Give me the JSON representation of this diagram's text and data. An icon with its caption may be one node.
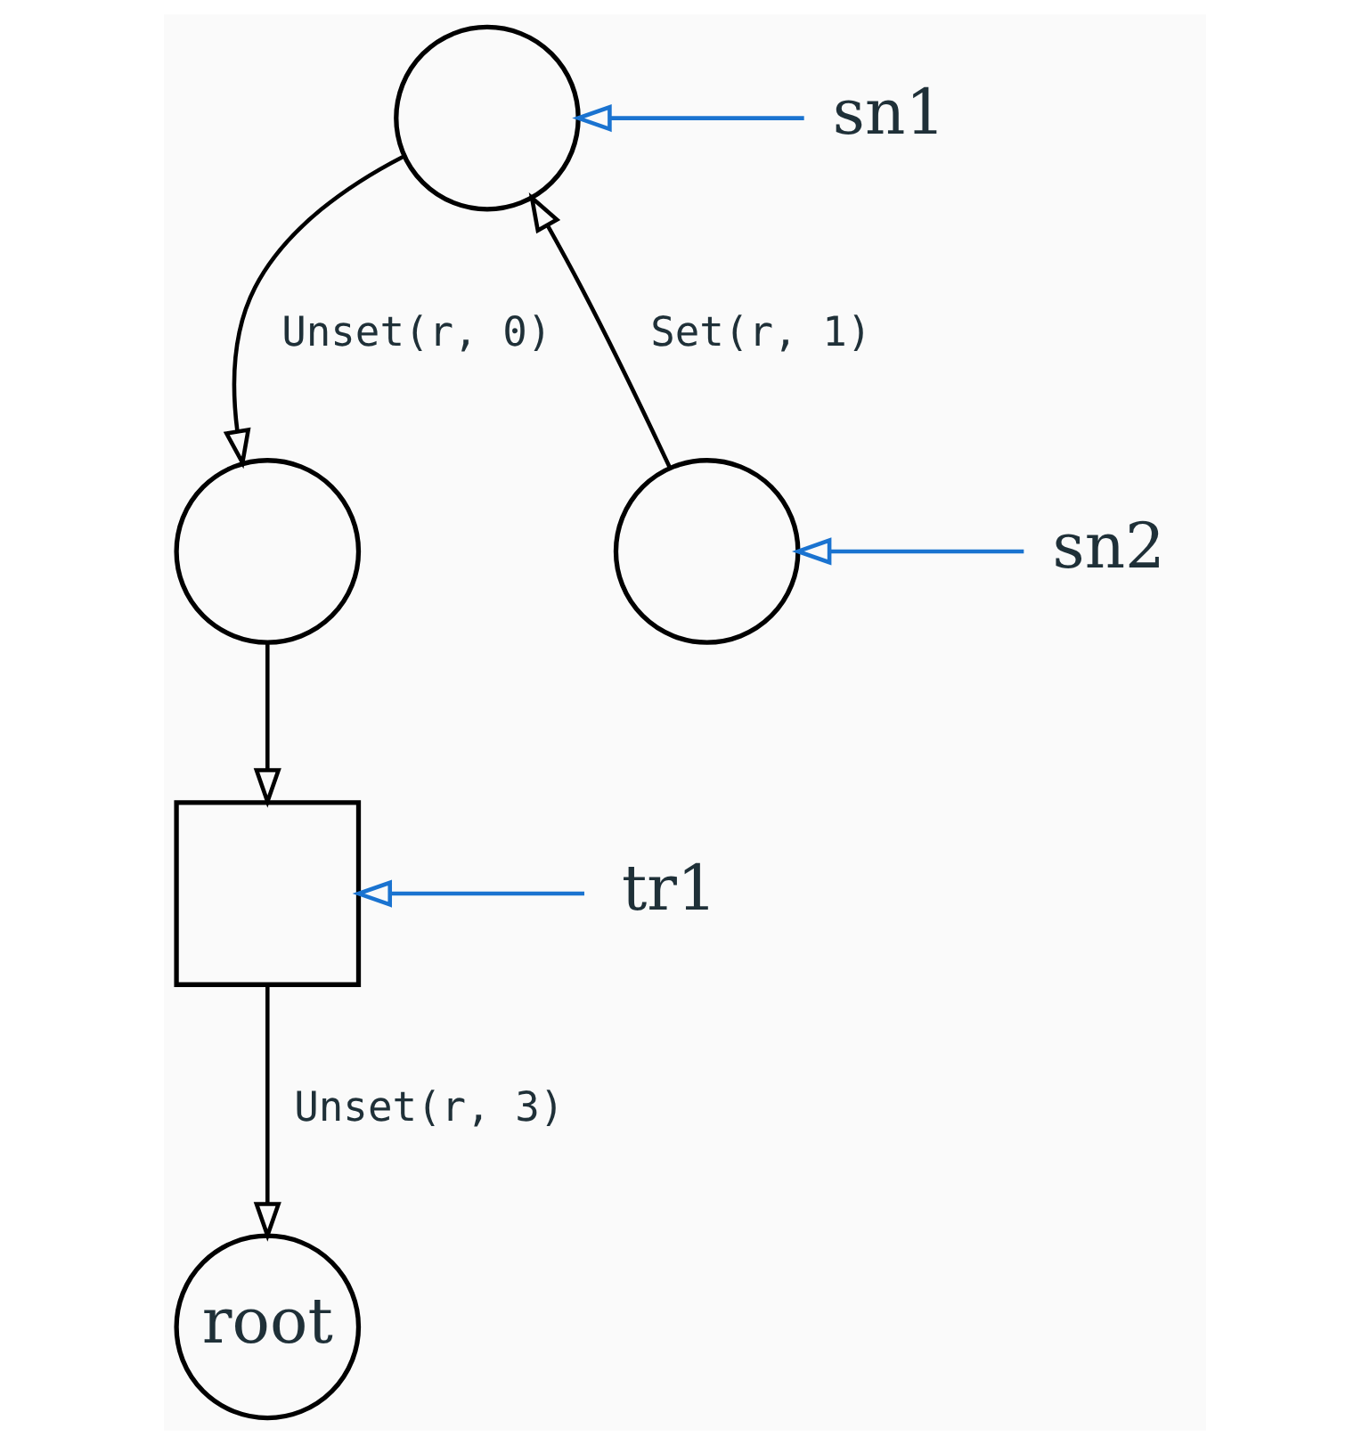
{
  "diagram": {
    "nodes": [
      {
        "text": [],
        "shape": "circle"
      },
      {
        "text": [],
        "shape": "circle"
      },
      {
        "text": [],
        "shape": "circle"
      },
      {
        "text": [],
        "shape": "box"
      },
      {
        "text": [
          "root"
        ]
      },
      {
        "text": [
          "sn1"
        ]
      },
      {
        "text": [
          "sn2"
        ]
      },
      {
        "text": [
          "tr1"
        ]
      }
    ],
    "edges": [
      {
        "from": 0,
        "to": 1,
        "arrow": "to",
        "label": "Unset(r, 0)"
      },
      {
        "from": 2,
        "to": 0,
        "arrow": "to",
        "label": "Set(r, 1)"
      },
      {
        "from": 1,
        "to": 3,
        "arrow": "to"
      },
      {
        "from": 3,
        "to": 4,
        "arrow": "to",
        "label": "Unset(r, 3)"
      },
      {
        "from": 5,
        "to": 0,
        "arrow": "to",
        "color": "#1a73d0"
      },
      {
        "from": 6,
        "to": 2,
        "arrow": "to",
        "color": "#1a73d0"
      },
      {
        "from": 7,
        "to": 3,
        "arrow": "to",
        "color": "#1a73d0"
      }
    ]
  }
}
